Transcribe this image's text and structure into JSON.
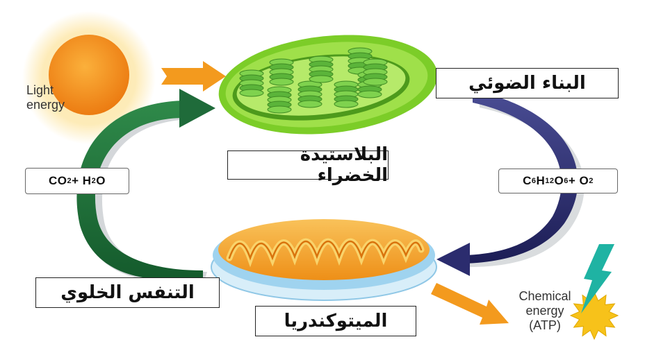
{
  "labels": {
    "light_energy": [
      "Light",
      "energy"
    ],
    "chemical_energy": [
      "Chemical",
      "energy",
      "(ATP)"
    ],
    "photosynthesis": "البناء الضوئي",
    "chloroplast": "البلاستيدة الخضراء",
    "mitochondria": "الميتوكندريا",
    "cellular_respiration": "التنفس الخلوي"
  },
  "formulas": {
    "reactants": {
      "parts": [
        [
          "CO",
          "2"
        ],
        [
          " + H",
          ""
        ],
        [
          "",
          "2"
        ],
        [
          "O",
          ""
        ]
      ]
    },
    "products": {
      "parts": [
        [
          "C",
          ""
        ],
        [
          "",
          "6"
        ],
        [
          "H",
          ""
        ],
        [
          "",
          "12"
        ],
        [
          "O",
          ""
        ],
        [
          "",
          "6"
        ],
        [
          " + O",
          ""
        ],
        [
          "",
          "2"
        ]
      ]
    }
  },
  "colors": {
    "sun_core": "#f08a1c",
    "sun_glow": "#fde9b0",
    "chloroplast_green": "#8fd83a",
    "chloroplast_dark": "#3f8f16",
    "grana_green": "#6cc24a",
    "mito_orange": "#f5a623",
    "mito_membrane": "#bfe3f5",
    "left_arrow": "#1f6b3a",
    "right_arrow": "#2b2c6e",
    "orange_arrow": "#f39a1e",
    "lightning": "#1fb3a3",
    "star": "#f7c21a"
  },
  "icons": [
    "sun-icon",
    "chloroplast-icon",
    "mitochondrion-icon",
    "lightning-icon",
    "starburst-icon"
  ]
}
